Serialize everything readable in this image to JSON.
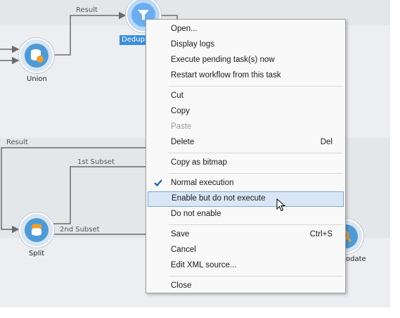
{
  "workflow": {
    "nodes": {
      "union": {
        "label": "Union",
        "icon": "database-union-icon"
      },
      "split": {
        "label": "Split",
        "icon": "database-split-icon"
      },
      "dedup": {
        "label": "Deduplic",
        "icon": "funnel-icon"
      },
      "update": {
        "label": "odate",
        "icon": "search-icon"
      }
    },
    "wires": {
      "result_top": "Result",
      "result_mid": "Result",
      "first_subset": "1st Subset",
      "second_subset": "2nd Subset"
    }
  },
  "context_menu": {
    "items": [
      {
        "label": "Open...",
        "shortcut": "",
        "enabled": true
      },
      {
        "label": "Display logs",
        "shortcut": "",
        "enabled": true
      },
      {
        "label": "Execute pending task(s) now",
        "shortcut": "",
        "enabled": true
      },
      {
        "label": "Restart workflow from this task",
        "shortcut": "",
        "enabled": true
      },
      {
        "label": "Cut",
        "shortcut": "",
        "enabled": true
      },
      {
        "label": "Copy",
        "shortcut": "",
        "enabled": true
      },
      {
        "label": "Paste",
        "shortcut": "",
        "enabled": false
      },
      {
        "label": "Delete",
        "shortcut": "Del",
        "enabled": true
      },
      {
        "label": "Copy as bitmap",
        "shortcut": "",
        "enabled": true
      },
      {
        "label": "Normal execution",
        "shortcut": "",
        "enabled": true,
        "checked": true
      },
      {
        "label": "Enable but do not execute",
        "shortcut": "",
        "enabled": true,
        "hovered": true
      },
      {
        "label": "Do not enable",
        "shortcut": "",
        "enabled": true
      },
      {
        "label": "Save",
        "shortcut": "Ctrl+S",
        "enabled": true
      },
      {
        "label": "Cancel",
        "shortcut": "",
        "enabled": true
      },
      {
        "label": "Edit XML source...",
        "shortcut": "",
        "enabled": true
      },
      {
        "label": "Close",
        "shortcut": "",
        "enabled": true
      }
    ]
  },
  "colors": {
    "accent": "#3b8fd9",
    "hover_bg": "#d8e6f5",
    "node_fill": "#4f9ad6"
  }
}
